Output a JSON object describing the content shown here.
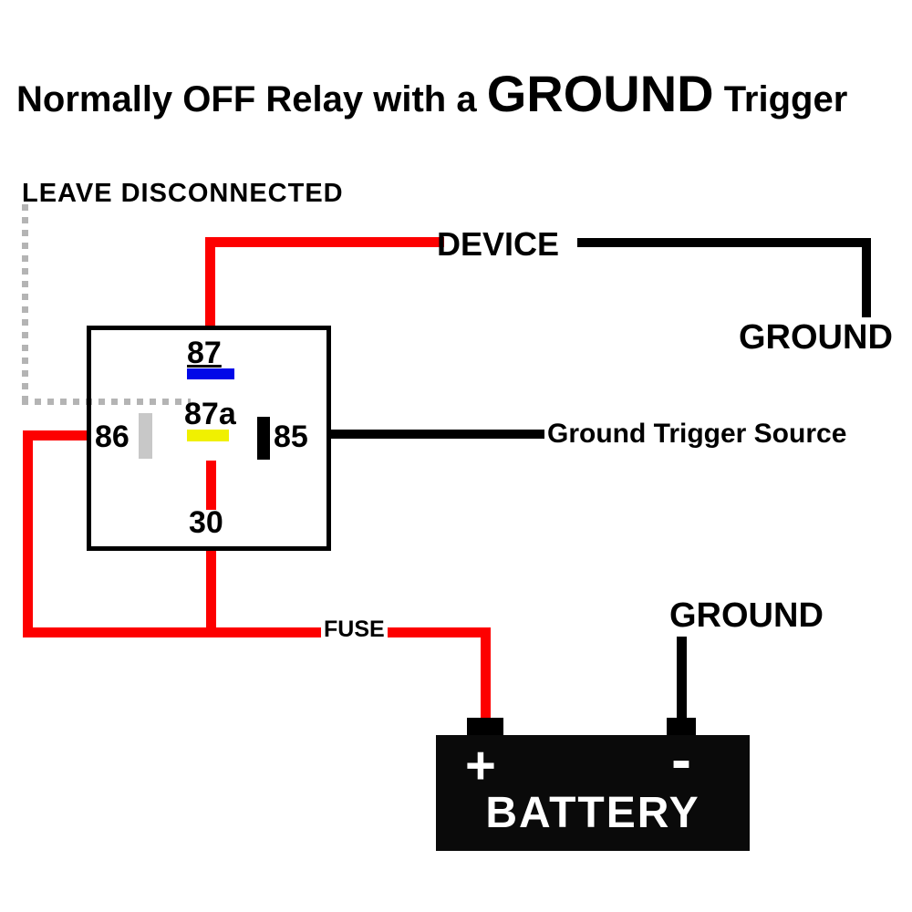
{
  "title": {
    "prefix": "Normally OFF Relay with a ",
    "emphasis": "GROUND",
    "suffix": " Trigger"
  },
  "labels": {
    "leave_disconnected": "LEAVE DISCONNECTED",
    "device": "DEVICE",
    "ground_top_right": "GROUND",
    "ground_trigger_source": "Ground Trigger Source",
    "fuse": "FUSE",
    "ground_battery": "GROUND"
  },
  "relay": {
    "pin_87": "87",
    "pin_87a": "87a",
    "pin_86": "86",
    "pin_85": "85",
    "pin_30": "30"
  },
  "battery": {
    "plus": "+",
    "minus": "-",
    "label": "BATTERY"
  },
  "colors": {
    "wire-red": "#fd0000",
    "wire-black": "#000000",
    "contact-blue": "#0008e8",
    "contact-yellow": "#f0f000",
    "contact-gray": "#c8c8c8",
    "dotted-gray": "#b4b4b4",
    "battery-black": "#0a0a0a",
    "text-black": "#000000",
    "background": "#ffffff"
  }
}
